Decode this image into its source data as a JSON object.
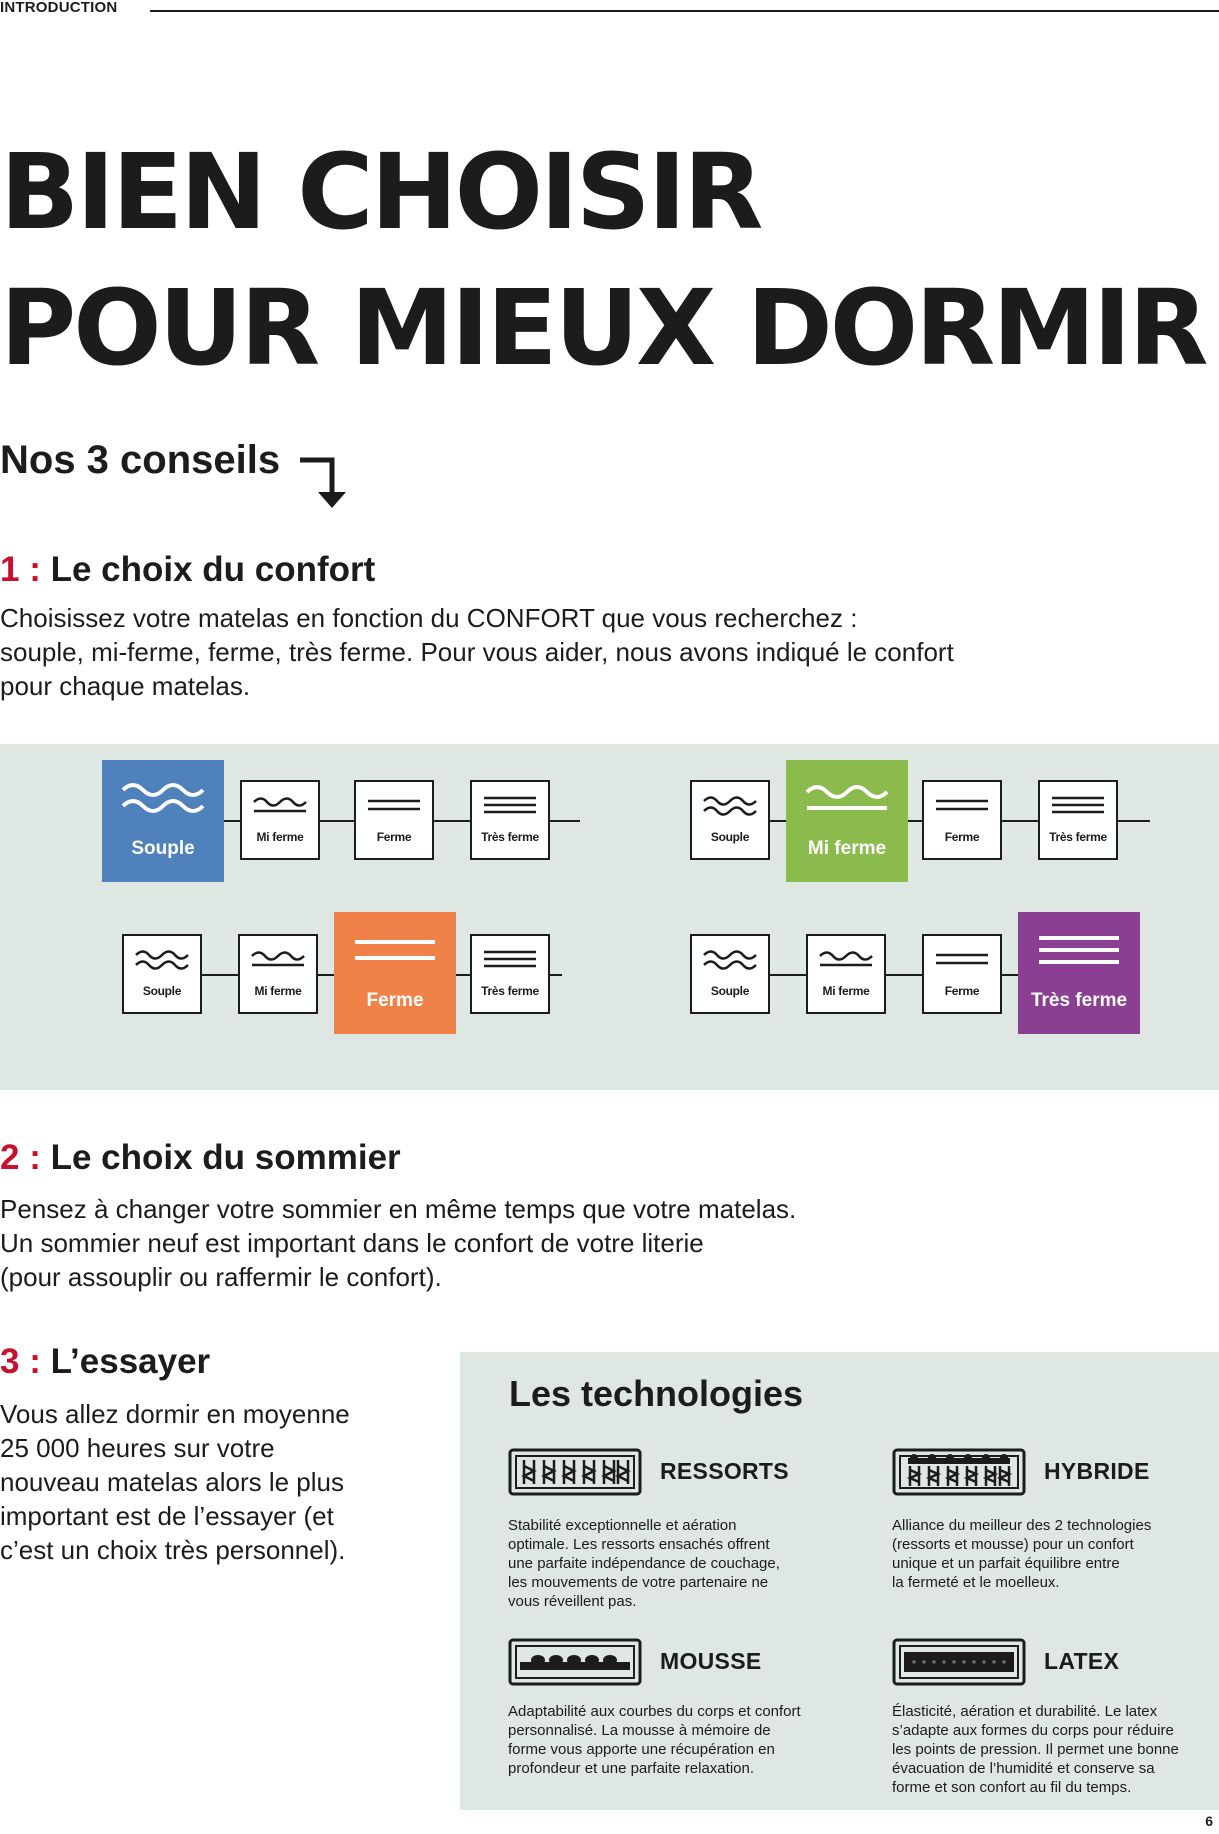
{
  "header": {
    "section": "INTRODUCTION"
  },
  "title": {
    "line1": "BIEN CHOISIR",
    "line2": "POUR MIEUX DORMIR"
  },
  "tips_heading": "Nos 3 conseils",
  "tip1": {
    "num": "1 :",
    "title": "Le choix du confort",
    "lines": [
      "Choisissez votre matelas en fonction du CONFORT que vous recherchez :",
      "souple, mi-ferme, ferme, très ferme. Pour vous aider, nous avons indiqué le confort",
      "pour chaque matelas."
    ]
  },
  "comfort": {
    "labels": {
      "small": [
        "Souple",
        "Mi ferme",
        "Ferme",
        "Très ferme"
      ],
      "big": [
        "Souple",
        "Mi ferme",
        "Ferme",
        "Très ferme"
      ]
    },
    "colors": {
      "souple": "#4f81bd",
      "mi_ferme": "#8cbb4d",
      "ferme": "#f08149",
      "tres_ferme": "#8a3f93"
    },
    "groups_highlight": [
      "Souple",
      "Mi ferme",
      "Ferme",
      "Très ferme"
    ]
  },
  "tip2": {
    "num": "2 :",
    "title": "Le choix du sommier",
    "lines": [
      "Pensez à changer votre sommier en même temps que votre matelas.",
      "Un sommier neuf est important dans le confort de votre literie",
      "(pour assouplir ou raffermir le confort)."
    ]
  },
  "tip3": {
    "num": "3 :",
    "title": "L’essayer",
    "lines": [
      "Vous allez dormir en moyenne",
      "25 000 heures sur votre",
      "nouveau matelas alors le plus",
      "important est de l’essayer (et",
      "c’est un choix très personnel)."
    ]
  },
  "technologies": {
    "title": "Les technologies",
    "items": [
      {
        "name": "RESSORTS",
        "icon": "spring-mattress-icon",
        "lines": [
          "Stabilité exceptionnelle et aération",
          "optimale. Les ressorts ensachés offrent",
          "une parfaite indépendance de couchage,",
          "les mouvements de votre partenaire ne",
          "vous réveillent pas."
        ]
      },
      {
        "name": "HYBRIDE",
        "icon": "hybrid-mattress-icon",
        "lines": [
          "Alliance du meilleur des 2 technologies",
          "(ressorts et mousse) pour un confort",
          "unique et un parfait équilibre entre",
          "la fermeté et le moelleux."
        ]
      },
      {
        "name": "MOUSSE",
        "icon": "foam-mattress-icon",
        "lines": [
          "Adaptabilité aux courbes du corps et confort",
          "personnalisé. La mousse à mémoire de",
          "forme vous apporte une récupération en",
          "profondeur et une parfaite relaxation."
        ]
      },
      {
        "name": "LATEX",
        "icon": "latex-mattress-icon",
        "lines": [
          "Élasticité, aération et durabilité. Le latex",
          "s’adapte aux formes du corps pour réduire",
          "les points de pression. Il permet une bonne",
          "évacuation de l’humidité et conserve sa",
          "forme et son confort au fil du temps."
        ]
      }
    ]
  },
  "page_number": "6"
}
